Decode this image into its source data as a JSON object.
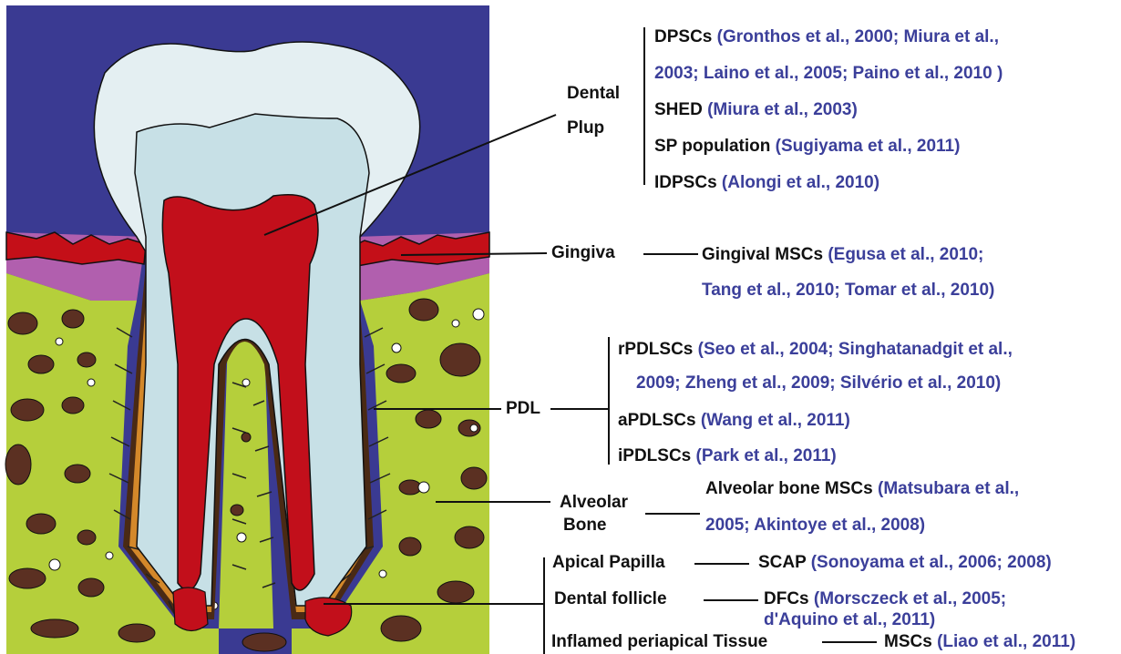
{
  "colors": {
    "background": "#3a3a92",
    "gum": "#b15fae",
    "gum_rim": "#c40f18",
    "bone": "#b5cf3b",
    "pores": "#5b3022",
    "pdl": "#d4882a",
    "pulp": "#c20f1b",
    "enamel": "#e4eff2",
    "dentin": "#c7e0e6",
    "cite_blue": "#3b3f9a"
  },
  "labels": {
    "dental_pulp_line1": "Dental",
    "dental_pulp_line2": "Plup",
    "gingiva": "Gingiva",
    "pdl": "PDL",
    "alveolar_line1": "Alveolar",
    "alveolar_line2": "Bone",
    "apical_papilla": "Apical Papilla",
    "dental_follicle": "Dental follicle",
    "inflamed_periapical": "Inflamed periapical Tissue"
  },
  "pulp_entries": [
    {
      "cell": "DPSCs",
      "cites": "(Gronthos et al., 2000; Miura et al.,"
    },
    {
      "cell": "",
      "cites": "2003;  Laino et al., 2005;  Paino et al., 2010 )"
    },
    {
      "cell": "SHED",
      "cites": "(Miura et al., 2003)"
    },
    {
      "cell": "SP population",
      "cites": "(Sugiyama et al., 2011)"
    },
    {
      "cell": "IDPSCs",
      "cites": "(Alongi et al., 2010)"
    }
  ],
  "gingiva_entries": [
    {
      "cell": "Gingival MSCs",
      "cites": "(Egusa et al., 2010;"
    },
    {
      "cell": "",
      "cites": "Tang et al., 2010; Tomar et al., 2010)"
    }
  ],
  "pdl_entries": [
    {
      "cell": "rPDLSCs",
      "cites": "(Seo et al., 2004; Singhatanadgit et al.,"
    },
    {
      "cell": "",
      "cites": "2009; Zheng et al., 2009; Silvério et al., 2010)"
    },
    {
      "cell": "aPDLSCs",
      "cites": "(Wang et al., 2011)"
    },
    {
      "cell": "iPDLSCs",
      "cites": "(Park et al., 2011)"
    }
  ],
  "alveolar_entries": [
    {
      "cell": "Alveolar bone MSCs",
      "cites": "(Matsubara et al.,"
    },
    {
      "cell": "",
      "cites": "2005; Akintoye et al., 2008)"
    }
  ],
  "apical_entries": [
    {
      "cell": "SCAP",
      "cites": "(Sonoyama et al., 2006; 2008)"
    }
  ],
  "follicle_entries": [
    {
      "cell": "DFCs",
      "cites": "(Morsczeck et al., 2005;"
    },
    {
      "cell": "",
      "cites": "d'Aquino et al., 2011)"
    }
  ],
  "inflamed_entries": [
    {
      "cell": "MSCs",
      "cites": "(Liao et al., 2011)"
    }
  ]
}
